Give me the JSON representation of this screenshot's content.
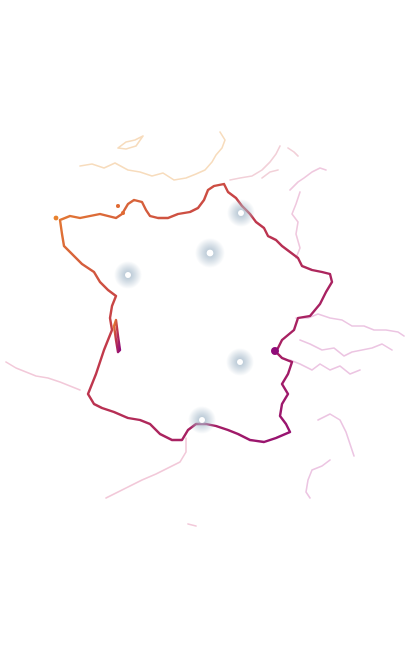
{
  "map": {
    "country": "France",
    "style": "outline map with gradient border and glowing city markers",
    "colors": {
      "gradient_start": "#e8822f",
      "gradient_mid": "#c23a4a",
      "gradient_end": "#8f0b78",
      "neighbor_uk": "#f7dcbd",
      "neighbor_belgium": "#f2d0d8",
      "neighbor_germany": "#efc8de",
      "neighbor_swiss_italy": "#ecc5e2",
      "neighbor_spain": "#f2c9d9",
      "marker_glow": "#a9bccc",
      "marker_core": "#ffffff"
    },
    "markers": [
      {
        "name": "lille-marker"
      },
      {
        "name": "paris-marker"
      },
      {
        "name": "nantes-marker"
      },
      {
        "name": "lyon-marker"
      },
      {
        "name": "marseille-marker"
      }
    ]
  }
}
